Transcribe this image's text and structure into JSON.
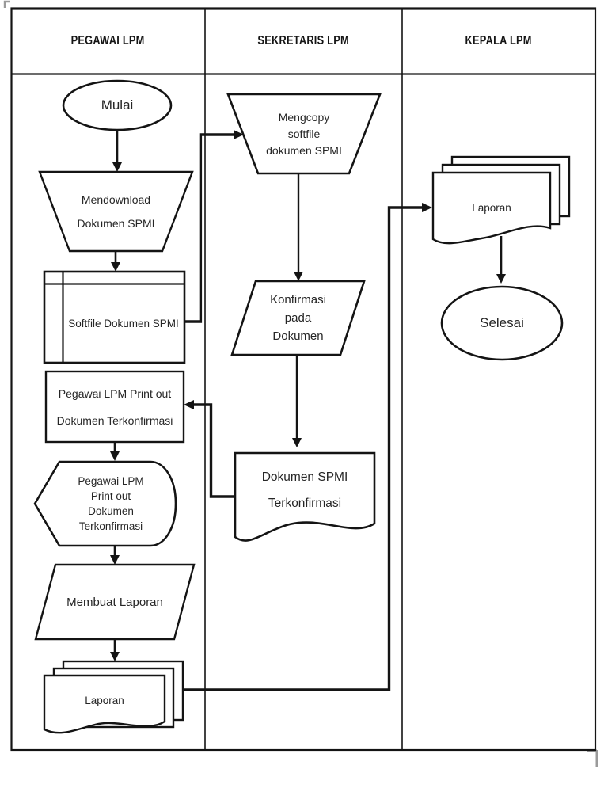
{
  "page": {
    "background": "#ffffff",
    "ink": "#141414",
    "text_color": "#262626",
    "handle_color": "#9a9a9a"
  },
  "swimlanes": [
    {
      "title": "PEGAWAI LPM"
    },
    {
      "title": "SEKRETARIS LPM"
    },
    {
      "title": "KEPALA LPM"
    }
  ],
  "nodes": {
    "mulai": {
      "shape": "terminator",
      "lane": "PEGAWAI LPM",
      "label": "Mulai"
    },
    "mendownload": {
      "shape": "manual-operation",
      "lane": "PEGAWAI LPM",
      "label": "Mendownload\nDokumen SPMI"
    },
    "softfile": {
      "shape": "internal-storage",
      "lane": "PEGAWAI LPM",
      "label": "Softfile Dokumen SPMI"
    },
    "printout_process": {
      "shape": "process",
      "lane": "PEGAWAI LPM",
      "label": "Pegawai LPM Print out\nDokumen Terkonfirmasi"
    },
    "printout_display": {
      "shape": "display",
      "lane": "PEGAWAI LPM",
      "label": "Pegawai LPM\nPrint out\nDokumen\nTerkonfirmasi"
    },
    "membuat_laporan": {
      "shape": "data-parallelogram",
      "lane": "PEGAWAI LPM",
      "label": "Membuat Laporan"
    },
    "laporan_pegawai": {
      "shape": "multi-document",
      "lane": "PEGAWAI LPM",
      "label": "Laporan"
    },
    "mengcopy": {
      "shape": "manual-operation",
      "lane": "SEKRETARIS LPM",
      "label": "Mengcopy\nsoftfile\ndokumen SPMI"
    },
    "konfirmasi": {
      "shape": "data-parallelogram",
      "lane": "SEKRETARIS LPM",
      "label": "Konfirmasi\npada\nDokumen"
    },
    "dokumen_spmi_terkonfirmasi": {
      "shape": "document",
      "lane": "SEKRETARIS LPM",
      "label": "Dokumen SPMI\nTerkonfirmasi"
    },
    "laporan_kepala": {
      "shape": "multi-document",
      "lane": "KEPALA LPM",
      "label": "Laporan"
    },
    "selesai": {
      "shape": "terminator",
      "lane": "KEPALA LPM",
      "label": "Selesai"
    }
  }
}
